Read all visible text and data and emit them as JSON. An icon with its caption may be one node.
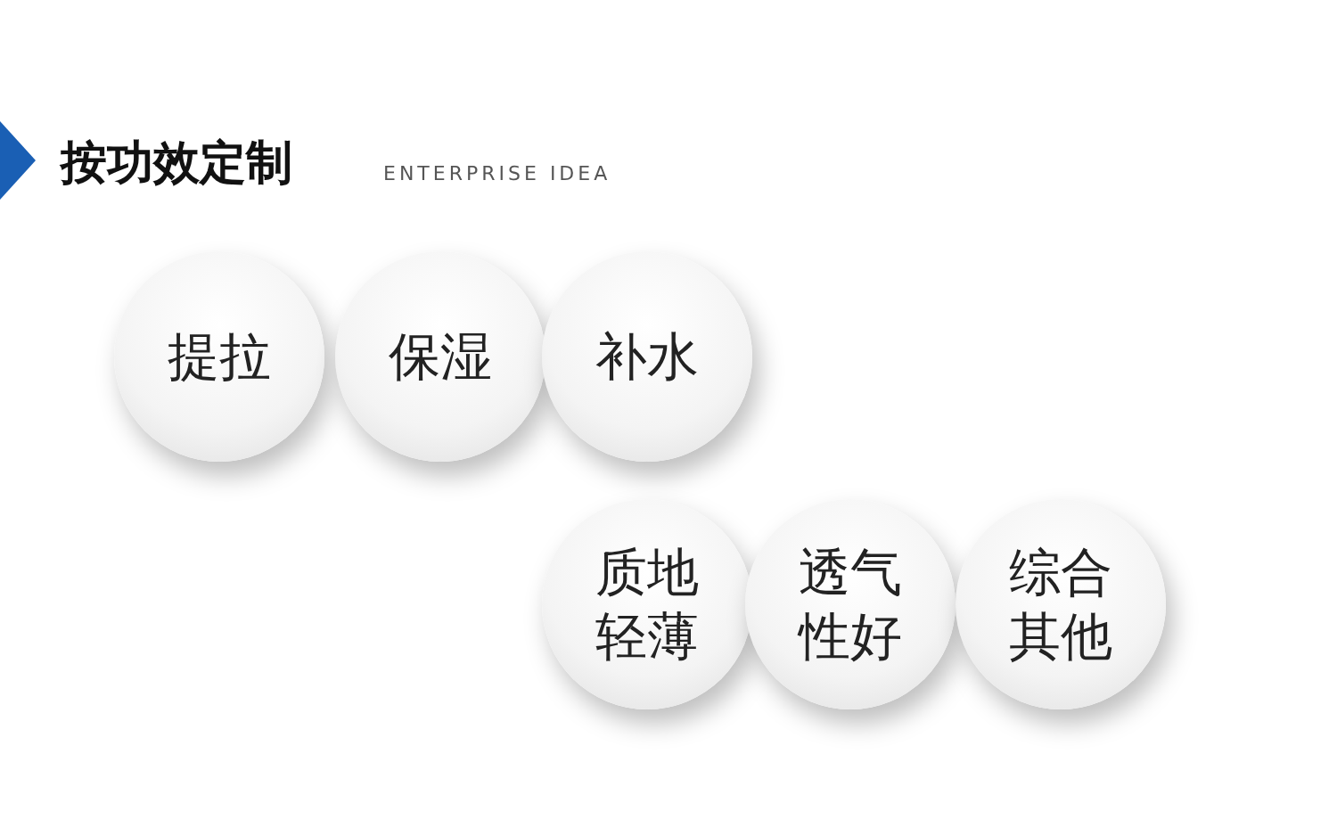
{
  "diagram": {
    "title": "按功效定制",
    "nodes": [
      {
        "text": [
          "提拉"
        ]
      },
      {
        "text": [
          "保湿"
        ]
      },
      {
        "text": [
          "补水"
        ]
      },
      {
        "text": [
          "质地轻薄"
        ]
      },
      {
        "text": [
          "透气性好"
        ]
      },
      {
        "text": [
          "综合其他"
        ]
      }
    ],
    "labels": [
      "ENTERPRISE IDEA"
    ]
  }
}
